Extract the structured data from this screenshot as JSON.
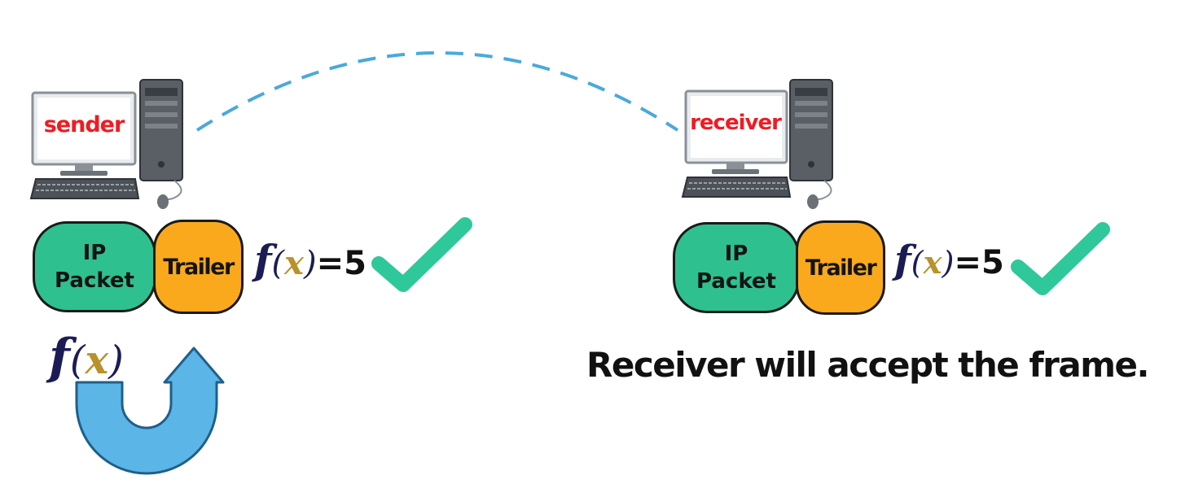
{
  "sender": {
    "screen_label": "sender",
    "frame": {
      "packet_label_line1": "IP",
      "packet_label_line2": "Packet",
      "trailer_label": "Trailer",
      "formula_f": "f",
      "formula_open": "(",
      "formula_var": "x",
      "formula_close": ")",
      "formula_equals": "=5"
    },
    "function_label": {
      "f": "f",
      "open": "(",
      "var": "x",
      "close": ")"
    }
  },
  "receiver": {
    "screen_label": "receiver",
    "frame": {
      "packet_label_line1": "IP",
      "packet_label_line2": "Packet",
      "trailer_label": "Trailer",
      "formula_f": "f",
      "formula_open": "(",
      "formula_var": "x",
      "formula_close": ")",
      "formula_equals": "=5"
    },
    "caption": "Receiver will accept the frame."
  },
  "icons": {
    "computer": "desktop-computer-icon",
    "check": "checkmark-icon",
    "arrow": "u-turn-arrow-icon",
    "link": "dashed-arc-connection"
  },
  "colors": {
    "ip_packet": "#2fc08f",
    "trailer": "#fba91c",
    "checkmark": "#2ec89a",
    "arrow": "#5bb5e6",
    "link": "#4aa9dc",
    "screen_label": "#ee1c24"
  }
}
